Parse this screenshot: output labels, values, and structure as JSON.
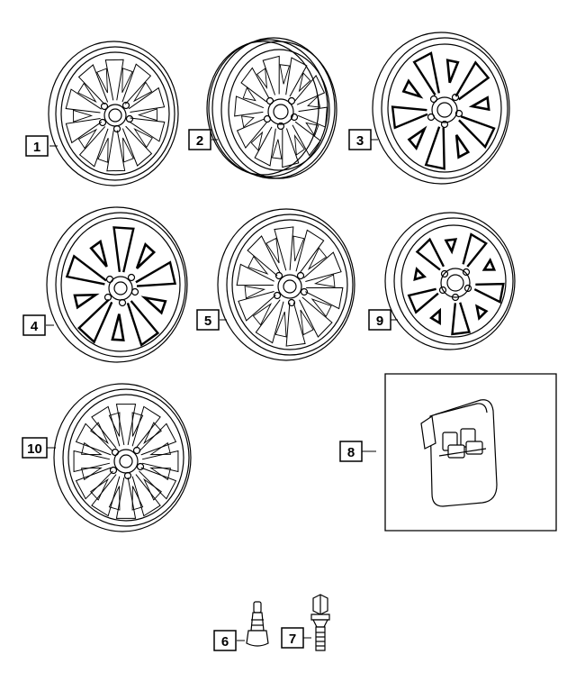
{
  "diagram": {
    "callouts": [
      {
        "key": "c1",
        "label": "1"
      },
      {
        "key": "c2",
        "label": "2"
      },
      {
        "key": "c3",
        "label": "3"
      },
      {
        "key": "c4",
        "label": "4"
      },
      {
        "key": "c5",
        "label": "5"
      },
      {
        "key": "c9",
        "label": "9"
      },
      {
        "key": "c10",
        "label": "10"
      },
      {
        "key": "c8",
        "label": "8"
      },
      {
        "key": "c6",
        "label": "6"
      },
      {
        "key": "c7",
        "label": "7"
      }
    ],
    "line_color": "#000000",
    "fill_color": "#ffffff"
  }
}
